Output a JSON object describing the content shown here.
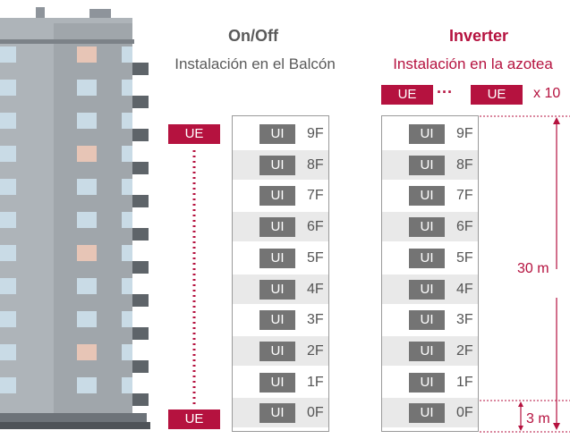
{
  "onoff": {
    "title": "On/Off",
    "subtitle": "Instalación en el Balcón",
    "ue_top": "UE",
    "ue_bottom": "UE"
  },
  "inverter": {
    "title": "Inverter",
    "subtitle": "Instalación en la azotea",
    "ue_left": "UE",
    "ellipsis": "···",
    "ue_right": "UE",
    "multiplier": "x 10"
  },
  "unit_label": "UI",
  "floors": [
    "9F",
    "8F",
    "7F",
    "6F",
    "5F",
    "4F",
    "3F",
    "2F",
    "1F",
    "0F"
  ],
  "dimensions": {
    "total_height": "30 m",
    "base_height": "3 m"
  },
  "colors": {
    "accent": "#b5123f",
    "badge": "#747474",
    "shade": "#e9e9e9",
    "text": "#5a5a5a"
  },
  "icons": [
    "building-illustration"
  ]
}
